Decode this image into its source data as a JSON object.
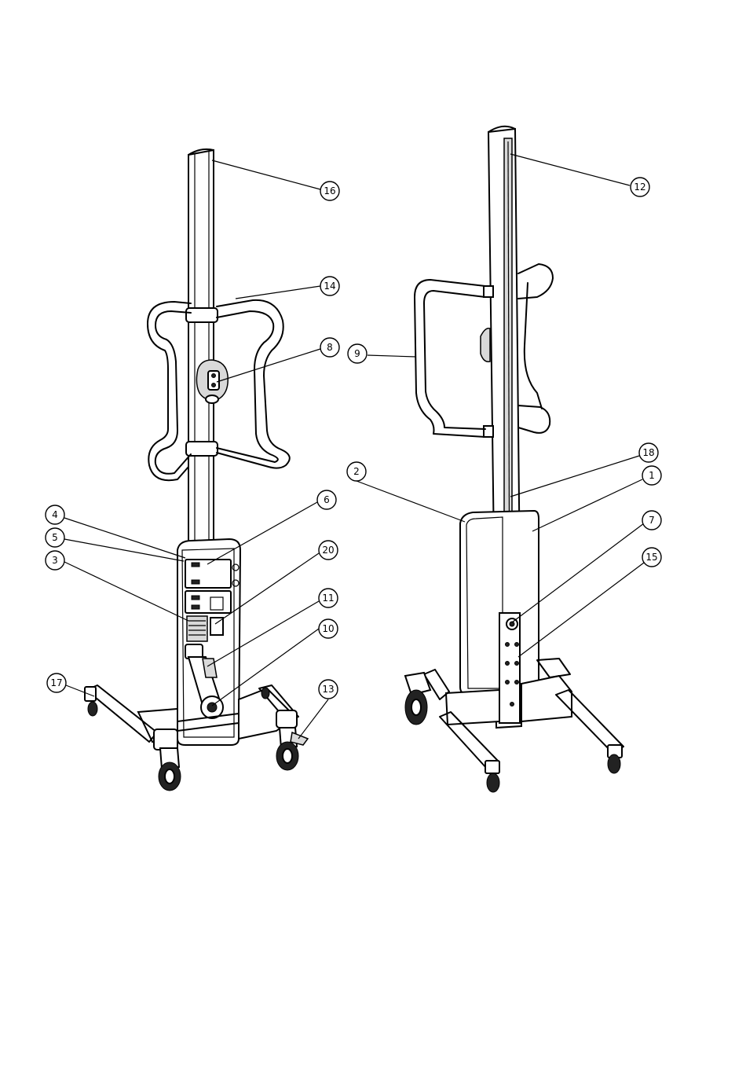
{
  "callouts": [
    {
      "id": "16",
      "label": "16"
    },
    {
      "id": "14",
      "label": "14"
    },
    {
      "id": "8",
      "label": "8"
    },
    {
      "id": "4",
      "label": "4"
    },
    {
      "id": "5",
      "label": "5"
    },
    {
      "id": "3",
      "label": "3"
    },
    {
      "id": "6",
      "label": "6"
    },
    {
      "id": "20",
      "label": "20"
    },
    {
      "id": "11",
      "label": "11"
    },
    {
      "id": "10",
      "label": "10"
    },
    {
      "id": "17",
      "label": "17"
    },
    {
      "id": "13",
      "label": "13"
    },
    {
      "id": "12",
      "label": "12"
    },
    {
      "id": "9",
      "label": "9"
    },
    {
      "id": "18",
      "label": "18"
    },
    {
      "id": "2",
      "label": "2"
    },
    {
      "id": "1",
      "label": "1"
    },
    {
      "id": "7",
      "label": "7"
    },
    {
      "id": "15",
      "label": "15"
    }
  ]
}
